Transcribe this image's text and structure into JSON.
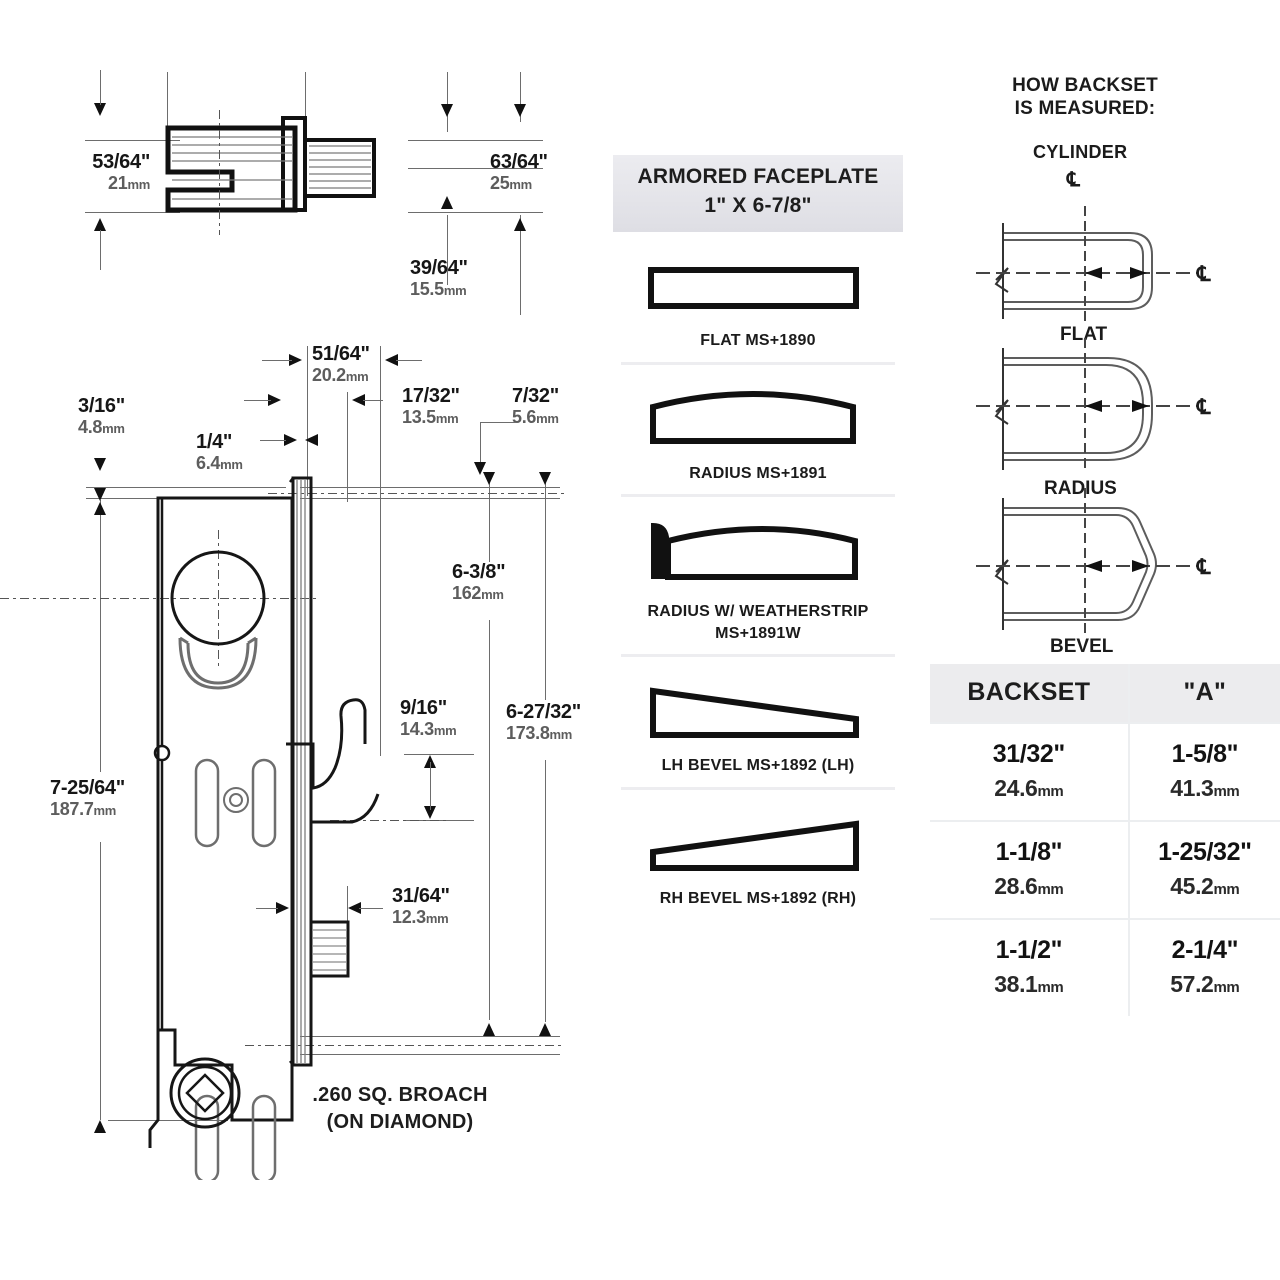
{
  "top_view": {
    "dims": [
      {
        "id": "d-53-64",
        "inch": "53/64\"",
        "mm": "21",
        "unit": "mm"
      },
      {
        "id": "d-63-64",
        "inch": "63/64\"",
        "mm": "25",
        "unit": "mm"
      },
      {
        "id": "d-39-64",
        "inch": "39/64\"",
        "mm": "15.5",
        "unit": "mm"
      }
    ]
  },
  "side_view": {
    "dims": [
      {
        "id": "d-3-16",
        "inch": "3/16\"",
        "mm": "4.8",
        "unit": "mm"
      },
      {
        "id": "d-1-4",
        "inch": "1/4\"",
        "mm": "6.4",
        "unit": "mm"
      },
      {
        "id": "d-51-64",
        "inch": "51/64\"",
        "mm": "20.2",
        "unit": "mm"
      },
      {
        "id": "d-17-32",
        "inch": "17/32\"",
        "mm": "13.5",
        "unit": "mm"
      },
      {
        "id": "d-7-32",
        "inch": "7/32\"",
        "mm": "5.6",
        "unit": "mm"
      },
      {
        "id": "d-6-3-8",
        "inch": "6-3/8\"",
        "mm": "162",
        "unit": "mm"
      },
      {
        "id": "d-6-27-32",
        "inch": "6-27/32\"",
        "mm": "173.8",
        "unit": "mm"
      },
      {
        "id": "d-9-16",
        "inch": "9/16\"",
        "mm": "14.3",
        "unit": "mm"
      },
      {
        "id": "d-7-25-64",
        "inch": "7-25/64\"",
        "mm": "187.7",
        "unit": "mm"
      },
      {
        "id": "d-31-64",
        "inch": "31/64\"",
        "mm": "12.3",
        "unit": "mm"
      }
    ],
    "broach_note_line1": ".260 SQ. BROACH",
    "broach_note_line2": "(ON DIAMOND)"
  },
  "faceplate": {
    "header_line1": "ARMORED FACEPLATE",
    "header_line2": "1\" X 6-7/8\"",
    "items": [
      {
        "shape": "flat",
        "caption": "FLAT MS+1890"
      },
      {
        "shape": "radius",
        "caption": "RADIUS MS+1891"
      },
      {
        "shape": "radius-ws",
        "caption": "RADIUS W/ WEATHERSTRIP",
        "caption2": "MS+1891W"
      },
      {
        "shape": "lh-bevel",
        "caption": "LH BEVEL MS+1892 (LH)"
      },
      {
        "shape": "rh-bevel",
        "caption": "RH BEVEL MS+1892 (RH)"
      }
    ]
  },
  "backset_how": {
    "title_line1": "HOW BACKSET",
    "title_line2": "IS MEASURED:",
    "cylinder_label": "CYLINDER",
    "centerline_symbol": "℄",
    "profiles": [
      {
        "label": "FLAT"
      },
      {
        "label": "RADIUS"
      },
      {
        "label": "BEVEL"
      }
    ]
  },
  "backset_table": {
    "headers": [
      "BACKSET",
      "\"A\""
    ],
    "unit": "mm",
    "rows": [
      {
        "backset_inch": "31/32\"",
        "backset_mm": "24.6",
        "a_inch": "1-5/8\"",
        "a_mm": "41.3"
      },
      {
        "backset_inch": "1-1/8\"",
        "backset_mm": "28.6",
        "a_inch": "1-25/32\"",
        "a_mm": "45.2"
      },
      {
        "backset_inch": "1-1/2\"",
        "backset_mm": "38.1",
        "a_inch": "2-1/4\"",
        "a_mm": "57.2"
      }
    ]
  },
  "colors": {
    "line": "#6d6d6d",
    "dark_line": "#121212",
    "panel_header_bg": "#e9e9ed",
    "table_header_bg": "#ececee",
    "divider": "#eceef0"
  }
}
